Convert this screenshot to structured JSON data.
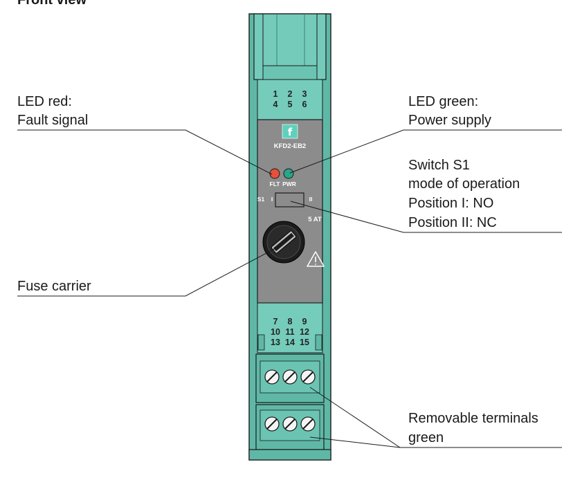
{
  "title": "Front view",
  "device": {
    "model": "KFD2-EB2",
    "terminals_top": [
      "1",
      "2",
      "3",
      "4",
      "5",
      "6"
    ],
    "terminals_bottom": [
      "7",
      "8",
      "9",
      "10",
      "11",
      "12",
      "13",
      "14",
      "15"
    ],
    "led_fault_label": "FLT",
    "led_power_label": "PWR",
    "switch_label": "S1",
    "switch_pos1": "I",
    "switch_pos2": "II",
    "fuse_rating": "5 AT",
    "warning_icon": "warning-triangle-icon",
    "logo_icon": "pf-logo-icon",
    "colors": {
      "housing_green": "#6bc4b2",
      "housing_dark": "#4a9c8c",
      "panel_gray": "#8a8a8a",
      "led_red": "#e8503a",
      "led_green": "#2aa58a",
      "fuse_black": "#1c1c1c"
    }
  },
  "callouts": {
    "led_red": [
      "LED red:",
      "Fault signal"
    ],
    "led_green": [
      "LED green:",
      "Power supply"
    ],
    "switch": [
      "Switch S1",
      "mode of operation",
      "Position I: NO",
      "Position II: NC"
    ],
    "fuse": [
      "Fuse carrier"
    ],
    "terminals": [
      "Removable terminals",
      "green"
    ]
  }
}
